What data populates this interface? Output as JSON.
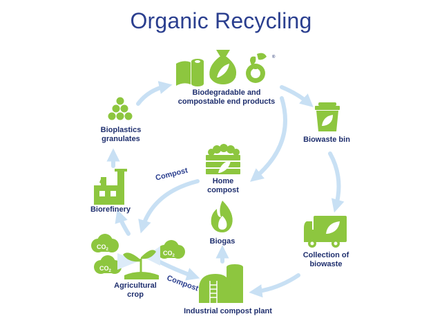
{
  "title": "Organic Recycling",
  "colors": {
    "title": "#2b3f8f",
    "label": "#1f2f6e",
    "icon": "#8dc63f",
    "arrow": "#c8e0f4",
    "cloud_text": "#ffffff"
  },
  "nodes": {
    "end_products": {
      "label": "Biodegradable and\ncompostable end products",
      "icon": "end-products-icon"
    },
    "biowaste_bin": {
      "label": "Biowaste bin",
      "icon": "biowaste-bin-icon"
    },
    "collection": {
      "label": "Collection of\nbiowaste",
      "icon": "truck-icon"
    },
    "industrial": {
      "label": "Industrial compost plant",
      "icon": "compost-plant-icon"
    },
    "biogas": {
      "label": "Biogas",
      "icon": "flame-icon"
    },
    "home_compost": {
      "label": "Home\ncompost",
      "icon": "home-compost-icon"
    },
    "crop": {
      "label": "Agricultural\ncrop",
      "icon": "seedling-icon"
    },
    "biorefinery": {
      "label": "Biorefinery",
      "icon": "factory-icon"
    },
    "granulates": {
      "label": "Bioplastics\ngranulates",
      "icon": "granules-icon"
    }
  },
  "edges": {
    "compost_home": "Compost",
    "compost_industrial": "Compost"
  },
  "co2": [
    "CO",
    "CO",
    "CO"
  ],
  "co2_sub": "2",
  "trademark": "®"
}
